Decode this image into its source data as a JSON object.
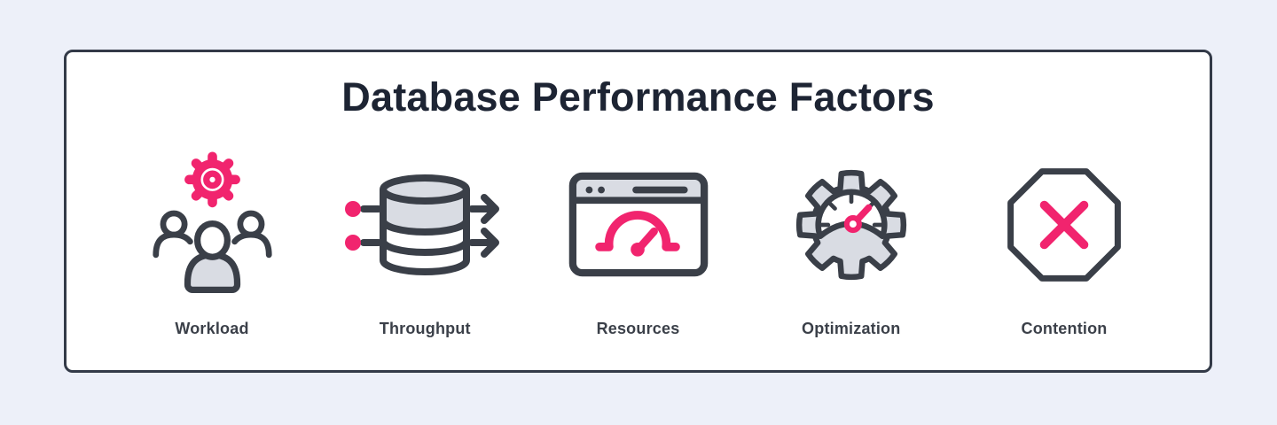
{
  "title": "Database Performance Factors",
  "factors": [
    {
      "label": "Workload",
      "icon": "gear-users-icon"
    },
    {
      "label": "Throughput",
      "icon": "database-throughput-icon"
    },
    {
      "label": "Resources",
      "icon": "browser-gauge-icon"
    },
    {
      "label": "Optimization",
      "icon": "gear-gauge-icon"
    },
    {
      "label": "Contention",
      "icon": "octagon-x-icon"
    }
  ],
  "colors": {
    "bg": "#EDF0F9",
    "card_border": "#333A48",
    "title_navy": "#1D2433",
    "ink_dark": "#3A3F48",
    "fill_gray": "#D9DCE3",
    "accent_pink": "#F1246E",
    "label_color": "#3B4049"
  }
}
